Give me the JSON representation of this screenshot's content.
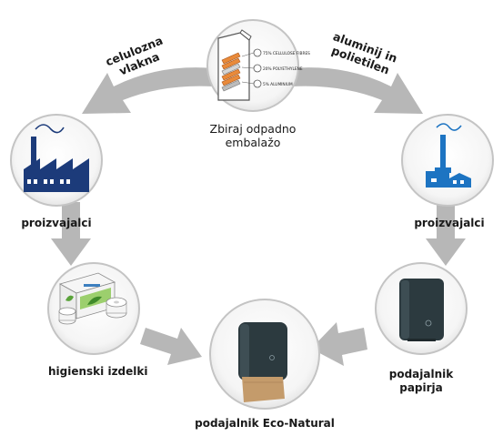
{
  "center": {
    "line1": "Zbiraj odpadno",
    "line2": "embalažo"
  },
  "carton_layers": [
    "75% CELLULOSE FIBRES",
    "20% POLYETHYLENE",
    "5% ALUMINIUM"
  ],
  "arrow_left_label": {
    "line1": "celulozna",
    "line2": "vlakna"
  },
  "arrow_right_label": {
    "line1": "aluminij in",
    "line2": "polietilen"
  },
  "left_factory_label": "proizvajalci",
  "right_factory_label": "proizvajalci",
  "hygiene_label": "higienski izdelki",
  "paper_dispenser_label": {
    "line1": "podajalnik",
    "line2": "papirja"
  },
  "eco_dispenser_label": "podajalnik Eco-Natural",
  "colors": {
    "arrow": "#b7b7b7",
    "circle_fill": "#e6e6e6",
    "circle_stroke": "#c4c4c4",
    "factory_left": "#1c3b7a",
    "factory_right": "#1d74c2",
    "dispenser": "#2c3a3f",
    "towel": "#c49b6b",
    "carton_orange": "#e98a3a"
  }
}
